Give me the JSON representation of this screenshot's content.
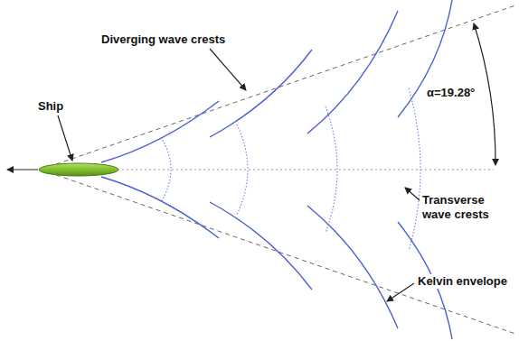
{
  "diagram": {
    "labels": [
      "Diverging wave crests",
      "Ship",
      "α=19.28°",
      "Transverse wave crests",
      "Kelvin envelope"
    ]
  }
}
